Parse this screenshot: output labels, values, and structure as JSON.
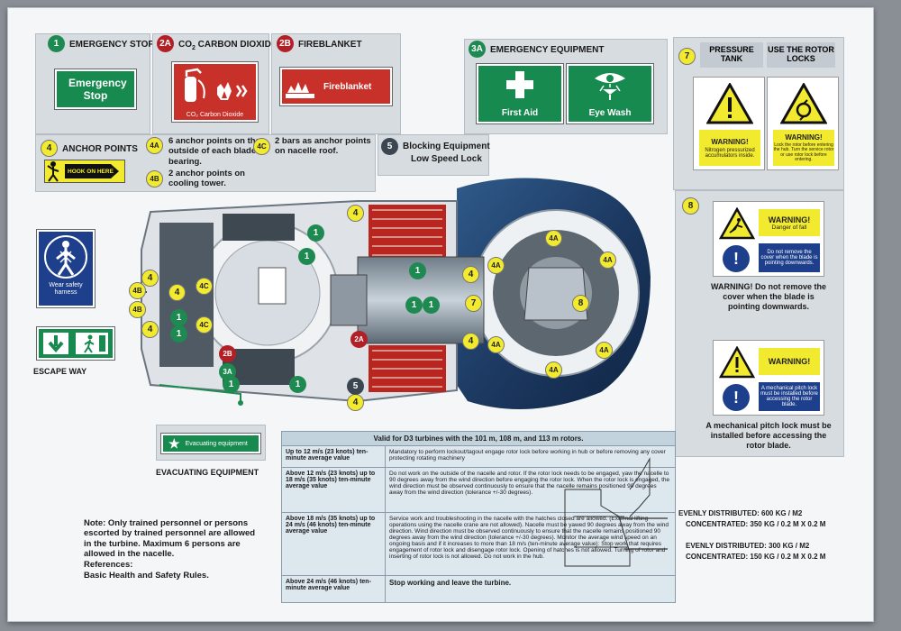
{
  "badges": {
    "n1": "1",
    "n2a": "2A",
    "n2b": "2B",
    "n3a": "3A",
    "n4": "4",
    "n4a": "4A",
    "n4b": "4B",
    "n4c": "4C",
    "n5": "5",
    "n7": "7",
    "n8": "8"
  },
  "legend": {
    "emergency_stop": {
      "title": "EMERGENCY STOP",
      "sign": "Emergency Stop"
    },
    "co2": {
      "title_prefix": "CO",
      "title_sub": "2",
      "title_rest": " CARBON DIOXIDE",
      "sign": "CO₂ Carbon Dioxide"
    },
    "fireblanket": {
      "title": "FIREBLANKET",
      "sign": "Fireblanket"
    },
    "emergency_equipment": {
      "title": "EMERGENCY EQUIPMENT",
      "first_aid": "First Aid",
      "eye_wash": "Eye Wash"
    },
    "pressure_tank": {
      "title": "PRESSURE TANK",
      "warning": "WARNING!",
      "desc": "Nitrogen pressurized accumulators inside."
    },
    "rotor_locks": {
      "title": "USE THE ROTOR LOCKS",
      "warning": "WARNING!",
      "desc": "Lock the rotor before entering the hub. Turn the service rotor or use rotor lock before entering."
    },
    "anchor_points": {
      "title": "ANCHOR POINTS",
      "sign": "HOOK ON HERE",
      "a4a": "6 anchor points on the outside of each blade bearing.",
      "a4b": "2 anchor points on cooling tower.",
      "a4c": "2 bars as anchor points on nacelle roof."
    },
    "blocking": {
      "line1": "Blocking Equipment",
      "line2": "Low Speed Lock"
    },
    "section8": {
      "w1_title": "WARNING!",
      "w1_sub": "Danger of fall",
      "w1_label": "Do not remove the cover when the blade is pointing downwards.",
      "caption1": "WARNING! Do not remove the cover when the blade is pointing downwards.",
      "w2_title": "WARNING!",
      "w2_label": "A mechanical pitch lock must be installed before accessing the rotor blade.",
      "caption2": "A mechanical pitch lock must be installed before accessing the rotor blade."
    },
    "harness": {
      "label": "Wear safety harness"
    },
    "escape": {
      "label": "ESCAPE WAY"
    },
    "evacuating": {
      "sign": "Evacuating equipment",
      "label": "EVACUATING EQUIPMENT"
    }
  },
  "table": {
    "title": "Valid for D3 turbines with the 101 m, 108 m, and 113 m rotors.",
    "rows": [
      {
        "speed": "Up to 12 m/s (23 knots) ten-minute average value",
        "text": "Mandatory to perform lockout/tagout engage rotor lock before working in hub or before removing any cover protecting rotating machinery"
      },
      {
        "speed": "Above 12 m/s (23 knots) up to 18 m/s (35 knots) ten-minute average value",
        "text": "Do not work on the outside of the nacelle and rotor. If the rotor lock needs to be engaged, yaw the nacelle to 90 degrees away from the wind direction before engaging the rotor lock. When the rotor lock is engaged, the wind direction must be observed continuously to ensure that the nacelle remains positioned 90 degrees away from the wind direction (tolerance +/-30 degrees)."
      },
      {
        "speed": "Above 18 m/s (35 knots) up to 24 m/s (46 knots) ten-minute average value",
        "text": "Service work and troubleshooting in the nacelle with the hatches closed are allowed. (External lifting operations using the nacelle crane are not allowed). Nacelle must be yawed 90 degrees away from the wind direction. Wind direction must be observed continuously to ensure that the nacelle remains positioned 90 degrees away from the wind direction (tolerance +/-30 degrees). Monitor the average wind speed on an ongoing basis and if it increases to more than 18 m/s (ten-minute average value): Stop work that requires engagement of rotor lock and disengage rotor lock. Opening of hatches is not allowed. Turning of rotor and inserting of rotor lock is not allowed. Do not work in the hub."
      },
      {
        "speed": "Above 24 m/s (46 knots) ten-minute average value",
        "text": "Stop working and leave the turbine."
      }
    ]
  },
  "note": {
    "text": "Note: Only trained personnel or persons escorted by trained personnel are allowed in the turbine. Maximum 6 persons are allowed in the nacelle.",
    "ref_title": "References:",
    "ref": "Basic Health and Safety Rules."
  },
  "loads": {
    "upper_dist": "EVENLY DISTRIBUTED: 600 KG / M2",
    "upper_conc": "CONCENTRATED: 350 KG / 0.2 M X 0.2 M",
    "lower_dist": "EVENLY DISTRIBUTED: 300 KG / M2",
    "lower_conc": "CONCENTRATED: 150 KG / 0.2 M X 0.2 M"
  },
  "colors": {
    "green": "#178a4f",
    "red": "#c8312a",
    "yellow": "#f2ea2e",
    "blue": "#1d3f8c"
  }
}
